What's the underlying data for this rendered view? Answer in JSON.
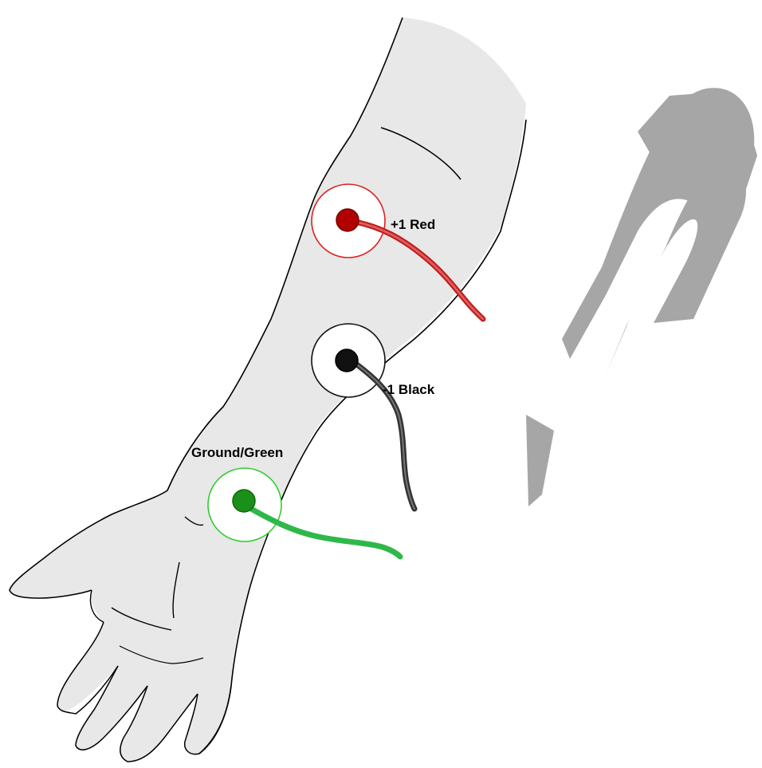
{
  "electrodes": [
    {
      "id": "positive",
      "label": "+1 Red",
      "color": "#b00000",
      "ring_color": "#e02020",
      "lead_color": "#c02020"
    },
    {
      "id": "negative",
      "label": "-1 Black",
      "color": "#111111",
      "ring_color": "#111111",
      "lead_color": "#333333"
    },
    {
      "id": "ground",
      "label": "Ground/Green",
      "color": "#1a8f1a",
      "ring_color": "#33cc33",
      "lead_color": "#2fb84a"
    }
  ],
  "watermark": {
    "text": "Lab",
    "color": "#a6a6a6"
  },
  "colors": {
    "arm_fill": "#e8e8e8",
    "outline": "#000000"
  }
}
